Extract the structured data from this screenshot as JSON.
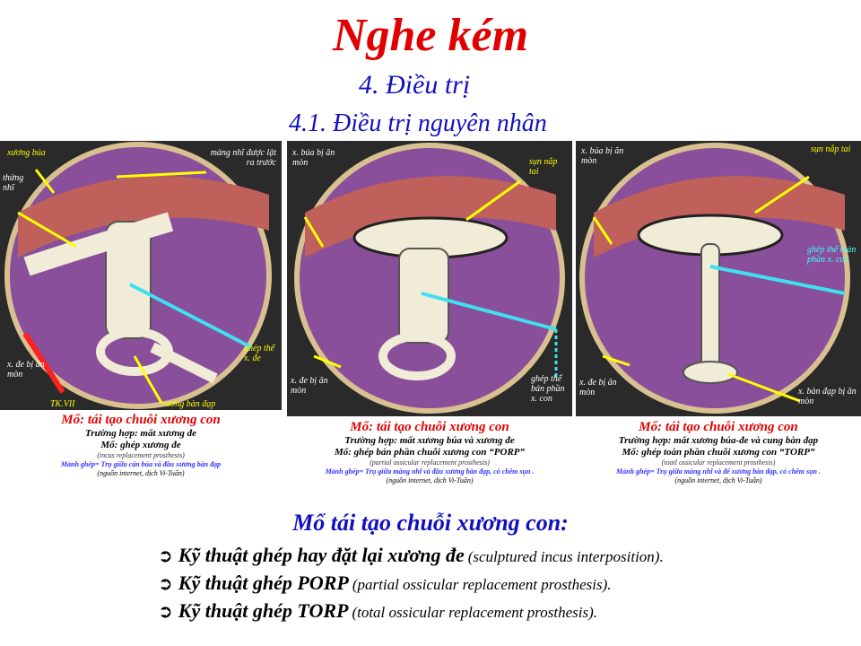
{
  "title": "Nghe kém",
  "heading": "4. Điều trị",
  "subheading": "4.1. Điều trị nguyên nhân",
  "panels": [
    {
      "labels": [
        "xương búa",
        "thừng nhĩ",
        "màng nhĩ được lật ra trước",
        "x. đe bị ăn mòn",
        "TK.VII",
        "ghép thể x. đe",
        "xương bàn đạp"
      ],
      "caption": {
        "line1": "Mổ: tái tạo chuỗi xương con",
        "line2": "Trường hợp: mất xương đe",
        "line3": "Mổ: ghép xương đe",
        "line4": "(incus replacement prosthesis)",
        "line5": "Mảnh ghép= Trụ giữa cán búa và đầu xương bàn đạp",
        "line6": "(nguồn internet, dịch Vi-Tuấn)"
      }
    },
    {
      "labels": [
        "x. búa bị ăn mòn",
        "sụn nắp tai",
        "x. đe bị ăn mòn",
        "ghép thể bán phần x. con"
      ],
      "caption": {
        "line1": "Mổ: tái tạo chuỗi xương con",
        "line2": "Trường hợp: mất xương búa và xương đe",
        "line3": "Mổ: ghép bán phần chuỗi xương con “PORP”",
        "line4": "(partial ossicular replacement prosthesis)",
        "line5": "Mảnh ghép= Trụ giữa màng nhĩ và đầu xương bàn đạp, có chêm sụn .",
        "line6": "(nguồn internet, dịch Vi-Tuấn)"
      }
    },
    {
      "labels": [
        "x. búa bị ăn mòn",
        "sụn nắp tai",
        "ghép thể toàn phần x. con",
        "x. đe bị ăn mòn",
        "x. bàn đạp bị ăn mòn"
      ],
      "caption": {
        "line1": "Mổ: tái tạo chuỗi xương con",
        "line2": "Trường hợp: mất xương búa-đe và cung bàn đạp",
        "line3": "Mổ: ghép toàn phần chuỗi xương con “TORP”",
        "line4": "(toatl ossicular replacement prosthesis)",
        "line5": "Mảnh ghép= Trụ giữa màng nhĩ và đế xương bàn đạp, có chêm sụn .",
        "line6": "(nguồn internet, dịch Vi-Tuấn)"
      }
    }
  ],
  "section_title": "Mổ tái tạo chuỗi xương con:",
  "bullets": [
    {
      "icon": "circle-arrow-icon",
      "main": "Kỹ thuật ghép hay đặt lại xương đe",
      "note": "(sculptured incus interposition)."
    },
    {
      "icon": "circle-arrow-icon",
      "main": "Kỹ thuật ghép PORP",
      "note": "(partial ossicular replacement prosthesis)."
    },
    {
      "icon": "circle-arrow-icon",
      "main": "Kỹ thuật ghép TORP",
      "note": "(total ossicular replacement prosthesis)."
    }
  ],
  "colors": {
    "title": "#e00000",
    "heading": "#1010c0",
    "illustration_bg": "#2a2a2a",
    "tissue": "#8a4f9a",
    "muscle": "#c0605a",
    "bone": "#f0ecd8",
    "pointer_yellow": "#ffff00",
    "pointer_cyan": "#40e0f0"
  }
}
